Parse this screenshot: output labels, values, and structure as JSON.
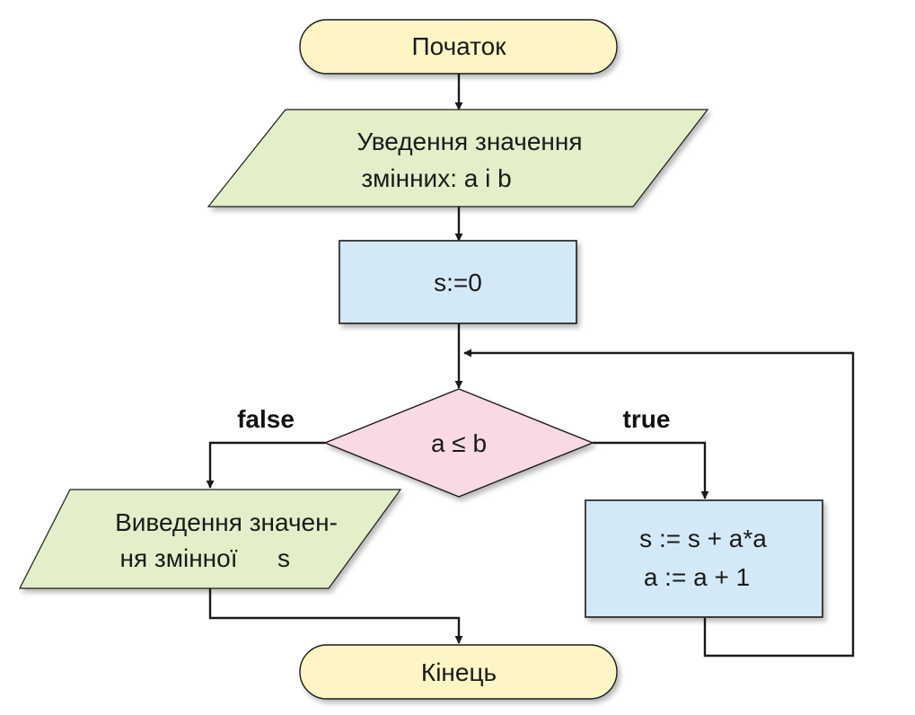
{
  "start": {
    "label": "Початок"
  },
  "input": {
    "line1": "Уведення значення",
    "line2": "змінних: a і b"
  },
  "init": {
    "label": "s:=0"
  },
  "condition": {
    "label": "a ≤ b"
  },
  "branches": {
    "false_label": "false",
    "true_label": "true"
  },
  "output": {
    "line1": "Виведення значен-",
    "line2": "ня змінної",
    "var": "s"
  },
  "loop_body": {
    "line1": "s := s + a*a",
    "line2": "a := a + 1"
  },
  "end": {
    "label": "Кінець"
  },
  "colors": {
    "terminal_fill": "#fdf6c4",
    "io_fill": "#e3efc8",
    "process_fill": "#d4e9f7",
    "decision_fill": "#f8d9e4",
    "stroke": "#1a1a1a"
  }
}
